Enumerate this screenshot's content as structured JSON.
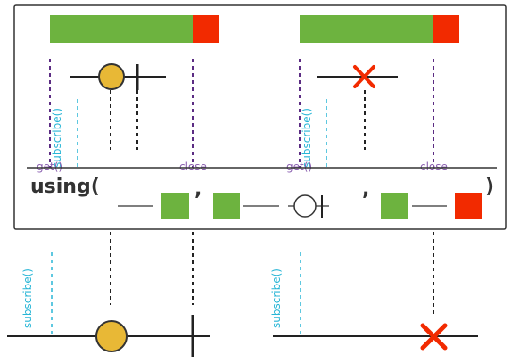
{
  "operator": {
    "name": "using(",
    "close_paren": ")",
    "comma": ","
  },
  "labels": {
    "subscribe": "subscribe()",
    "get": "get()",
    "close": "close"
  },
  "colors": {
    "resource": "#6db33f",
    "disposed": "#f22a00",
    "emission": "#e8b836",
    "error": "#f22a00",
    "subscribe_line": "#29b6d6",
    "get_close_line": "#5b2c83",
    "label_text": "#8a5fb0",
    "subscribe_text": "#29b6d6",
    "frame": "#333333"
  },
  "panels": [
    {
      "id": "success",
      "outcome": "complete",
      "emission": "circle"
    },
    {
      "id": "failure",
      "outcome": "error",
      "emission": "x-mark"
    }
  ]
}
